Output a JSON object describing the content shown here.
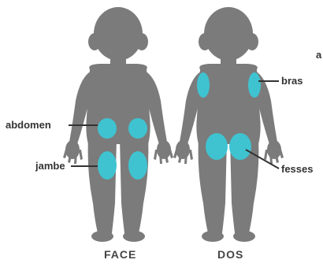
{
  "colors": {
    "silhouette": "#7b7b7b",
    "injection_zone": "#3fc3d0",
    "leader_line": "#333333",
    "text": "#333333"
  },
  "front": {
    "caption": "FACE",
    "labels": {
      "abdomen": "abdomen",
      "leg": "jambe"
    }
  },
  "back": {
    "caption": "DOS",
    "labels": {
      "arm": "bras",
      "buttocks": "fesses"
    }
  },
  "cutoff_text": "a"
}
